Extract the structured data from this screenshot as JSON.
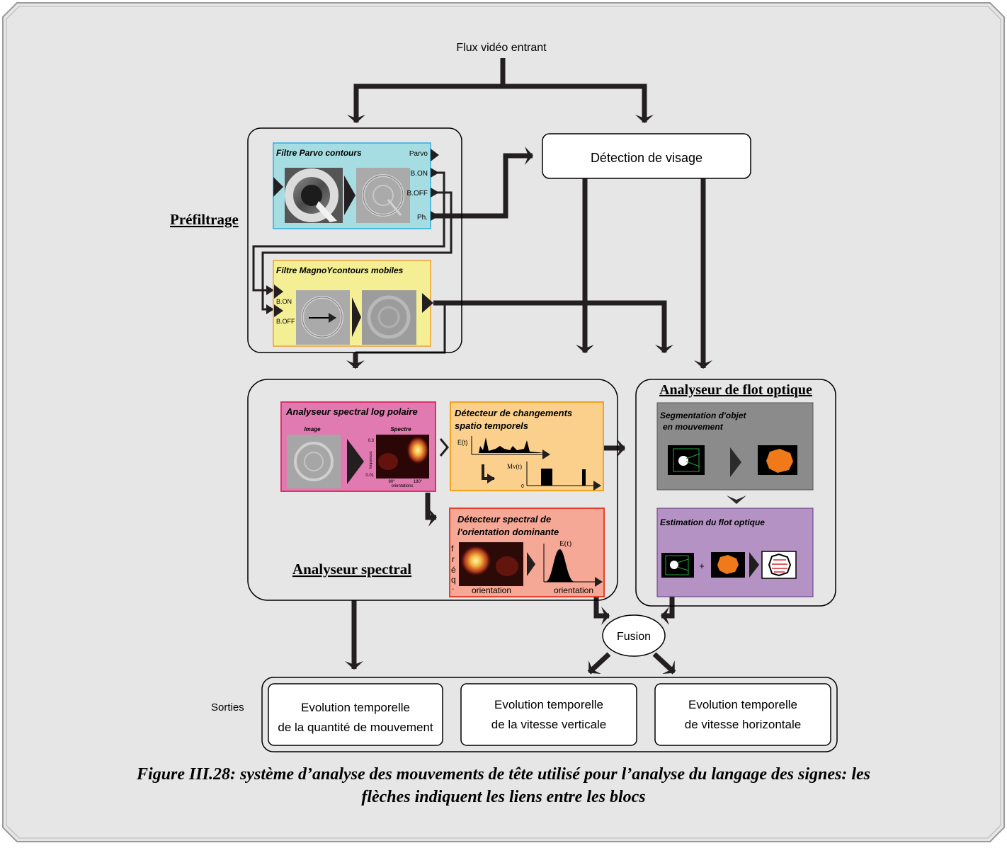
{
  "input": "Flux vidéo entrant",
  "face_detection": "Détection de visage",
  "prefilter": {
    "title": "Préfiltrage",
    "parvo": {
      "title": "Filtre Parvo contours",
      "out_parvo": "Parvo",
      "out_bon": "B.ON",
      "out_boff": "B.OFF",
      "out_ph": "Ph."
    },
    "magno": {
      "title": "Filtre MagnoYcontours mobiles",
      "in_bon": "B.ON",
      "in_boff": "B.OFF"
    }
  },
  "spectral": {
    "title": "Analyseur spectral",
    "logpolar": {
      "title": "Analyseur spectral log polaire",
      "image_label": "Image",
      "spectrum_label": "Spectre",
      "y_label": "fréquences",
      "y_top": "0.3",
      "y_bottom": "0.01",
      "x_left": "90°",
      "x_right": "180°",
      "x_label": "orientations"
    },
    "changes": {
      "title_line1": "Détecteur de changements",
      "title_line2": "spatio temporels",
      "e_label": "E(t)",
      "mv_label": "Mv(t)",
      "zero": "0"
    },
    "orientation": {
      "title_line1": "Détecteur spectral de",
      "title_line2": "l'orientation dominante",
      "y_letters": [
        "f",
        "r",
        "é",
        "q",
        "."
      ],
      "x_label_left": "orientation",
      "x_label_right": "orientation",
      "e_label": "E(t)"
    }
  },
  "optical_flow": {
    "title": "Analyseur de flot optique",
    "segmentation": {
      "title_line1": "Segmentation d'objet",
      "title_line2": "en mouvement"
    },
    "estimation": {
      "title": "Estimation du flot optique",
      "plus": "+"
    }
  },
  "fusion": "Fusion",
  "outputs": {
    "label": "Sorties",
    "items": [
      {
        "line1": "Evolution temporelle",
        "line2": "de la quantité de mouvement"
      },
      {
        "line1": "Evolution temporelle",
        "line2": "de la vitesse verticale"
      },
      {
        "line1": "Evolution temporelle",
        "line2": "de vitesse horizontale"
      }
    ]
  },
  "caption": {
    "line1": "Figure III.28: système d’analyse des mouvements de tête utilisé pour l’analyse du langage des signes: les",
    "line2": "flèches indiquent les liens entre les blocs"
  },
  "colors": {
    "background": "#e6e6e6",
    "parvo_fill": "#a6dde3",
    "parvo_stroke": "#2aaee0",
    "magno_fill": "#f4ef94",
    "magno_stroke": "#f0a030",
    "logpolar_fill": "#e07ab0",
    "logpolar_stroke": "#e0306a",
    "changes_fill": "#fbd08c",
    "changes_stroke": "#f3a21e",
    "orientation_fill": "#f6a896",
    "orientation_stroke": "#e8402a",
    "segmentation_fill": "#8b8b8b",
    "estimation_fill": "#b492c4",
    "blob_orange": "#f07a1a"
  }
}
